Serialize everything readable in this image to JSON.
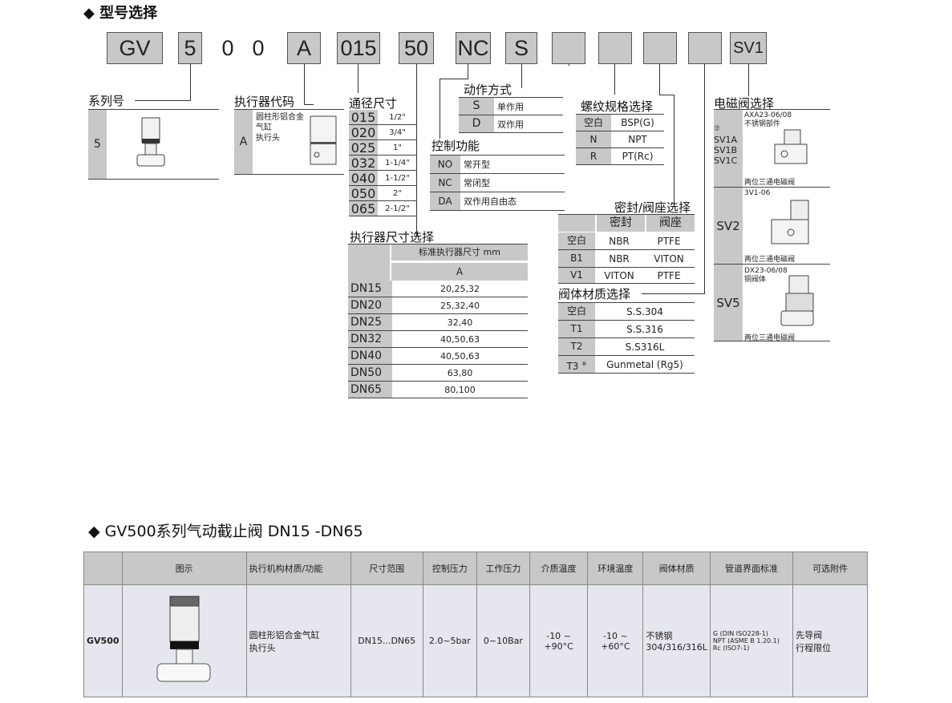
{
  "section1_title": "型号选择",
  "codes": [
    "GV",
    "5",
    "0",
    "0",
    "A",
    "015",
    "50",
    "NC",
    "S",
    "",
    "",
    "",
    "",
    "SV1"
  ],
  "series": {
    "label": "系列号",
    "code": "5"
  },
  "actuator_code": {
    "label": "执行器代码",
    "code": "A",
    "desc_lines": [
      "圆柱形铝合金",
      "气缸",
      "执行头"
    ]
  },
  "port_size": {
    "label": "通径尺寸",
    "rows": [
      [
        "015",
        "1/2\""
      ],
      [
        "020",
        "3/4\""
      ],
      [
        "025",
        "1\""
      ],
      [
        "032",
        "1-1/4\""
      ],
      [
        "040",
        "1-1/2\""
      ],
      [
        "050",
        "2\""
      ],
      [
        "065",
        "2-1/2\""
      ]
    ]
  },
  "action_mode": {
    "label": "动作方式",
    "rows": [
      [
        "S",
        "单作用"
      ],
      [
        "D",
        "双作用"
      ]
    ]
  },
  "control_function": {
    "label": "控制功能",
    "rows": [
      [
        "NO",
        "常开型"
      ],
      [
        "NC",
        "常闭型"
      ],
      [
        "DA",
        "双作用自由态"
      ]
    ]
  },
  "thread_spec": {
    "label": "螺纹规格选择",
    "rows": [
      [
        "空白",
        "BSP(G)"
      ],
      [
        "N",
        "NPT"
      ],
      [
        "R",
        "PT(Rc)"
      ]
    ]
  },
  "actuator_size": {
    "label": "执行器尺寸选择",
    "header": "标准执行器尺寸 mm",
    "subheader": "A",
    "rows": [
      [
        "DN15",
        "20,25,32"
      ],
      [
        "DN20",
        "25,32,40"
      ],
      [
        "DN25",
        "32,40"
      ],
      [
        "DN32",
        "40,50,63"
      ],
      [
        "DN40",
        "40,50,63"
      ],
      [
        "DN50",
        "63,80"
      ],
      [
        "DN65",
        "80,100"
      ]
    ]
  },
  "seal_seat": {
    "label": "密封/阀座选择",
    "col1": "密封",
    "col2": "阀座",
    "rows": [
      [
        "空白",
        "NBR",
        "PTFE"
      ],
      [
        "B1",
        "NBR",
        "VITON"
      ],
      [
        "V1",
        "VITON",
        "PTFE"
      ]
    ]
  },
  "body_material": {
    "label": "阀体材质选择",
    "rows": [
      [
        "空白",
        "S.S.304"
      ],
      [
        "T1",
        "S.S.316"
      ],
      [
        "T2",
        "S.S316L"
      ],
      [
        "T3",
        "Gunmetal (Rg5)"
      ]
    ],
    "t3_mark": "⑧"
  },
  "solenoid": {
    "label": "电磁阀选择",
    "items": [
      {
        "codes": [
          "⑦",
          "SV1A",
          "SV1B",
          "SV1C"
        ],
        "model": "AXA23-06/08",
        "note": "不锈钢部件",
        "caption": "两位三通电磁阀"
      },
      {
        "codes": [
          "SV2"
        ],
        "model": "3V1-06",
        "note": "",
        "caption": "两位三通电磁阀"
      },
      {
        "codes": [
          "SV5"
        ],
        "model": "DX23-06/08",
        "note": "铜阀体",
        "caption": "两位三通电磁阀"
      }
    ]
  },
  "section2_title": "GV500系列气动截止阀 DN15 -DN65",
  "table": {
    "headers": [
      "",
      "图示",
      "执行机构材质/功能",
      "尺寸范围",
      "控制压力",
      "工作压力",
      "介质温度",
      "环境温度",
      "阀体材质",
      "管道界面标准",
      "可选附件"
    ],
    "row": {
      "model": "GV500",
      "actuator": [
        "圆柱形铝合金气缸",
        "执行头"
      ],
      "size": "DN15...DN65",
      "control_pressure": "2.0~5bar",
      "work_pressure": "0~10Bar",
      "medium_temp": "-10 ~ +90°C",
      "ambient_temp": "-10 ~ +60°C",
      "body_material": [
        "不锈钢",
        "304/316/316L"
      ],
      "standards": [
        "G (DIN ISO228-1)",
        "NPT (ASME B 1.20.1)",
        "Rc (ISO7-1)"
      ],
      "accessories": [
        "先导阀",
        "行程限位"
      ]
    }
  },
  "colors": {
    "cell_gray": "#c8c8c8",
    "row_bg": "#e6e6ee"
  }
}
